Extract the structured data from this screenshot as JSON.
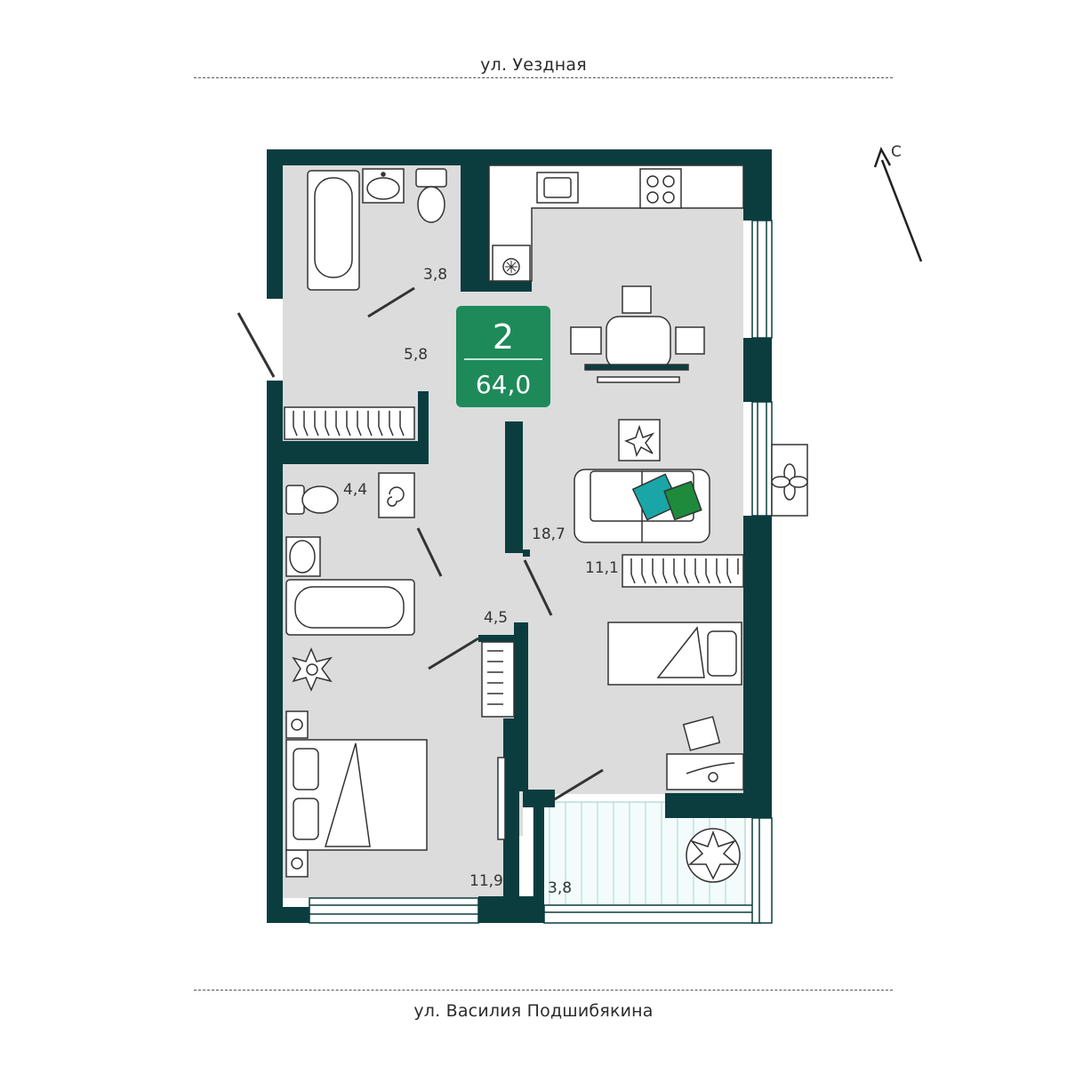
{
  "streets": {
    "top": "ул. Уездная",
    "bottom": "ул. Василия Подшибякина"
  },
  "compass": {
    "label": "С"
  },
  "badge": {
    "rooms": "2",
    "total_area": "64,0",
    "color": "#1e8a5a"
  },
  "colors": {
    "wall": "#0b3d3f",
    "floor": "#dcdcdc",
    "accent_teal": "#1aa6a6",
    "accent_green": "#1e8a3c"
  },
  "rooms": {
    "bathroom_top": "3,8",
    "hall": "5,8",
    "living": "18,7",
    "bathroom_left": "4,4",
    "corridor": "4,5",
    "bedroom_right": "11,1",
    "bedroom_left": "11,9",
    "balcony": "3,8"
  }
}
